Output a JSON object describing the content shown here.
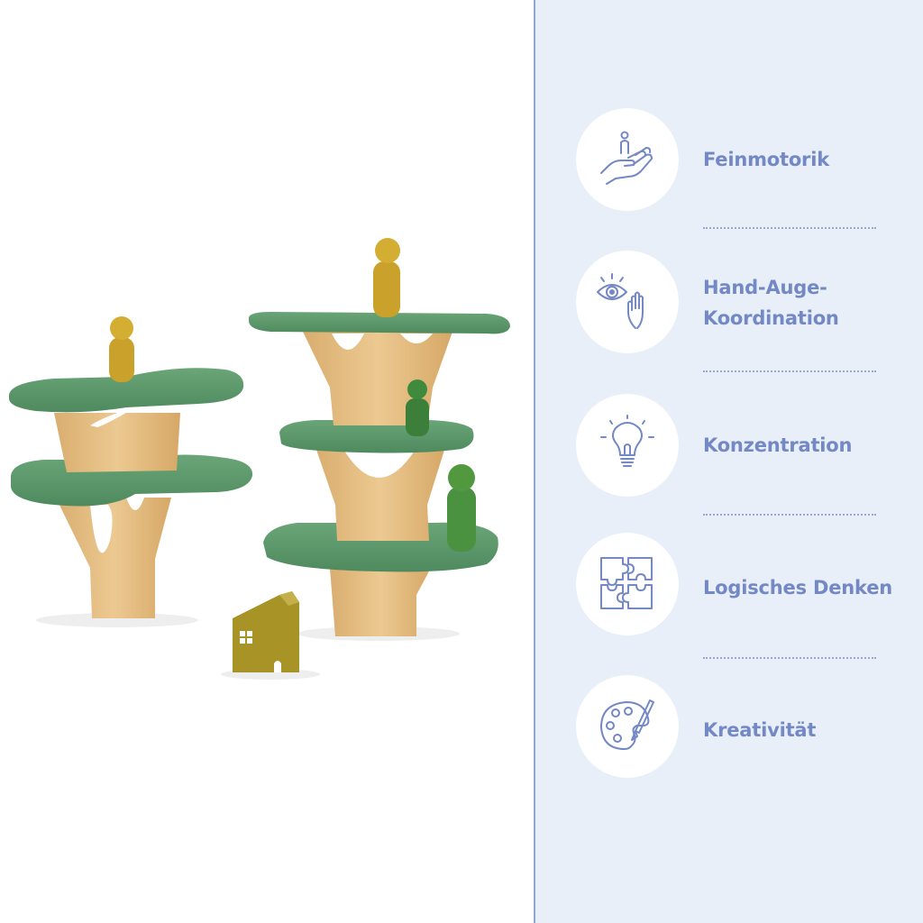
{
  "colors": {
    "panel_background": "#e8eff9",
    "accent": "#7388c4",
    "divider": "#8fa6d2",
    "leaf_green": "#5e9a6c",
    "wood": "#e3bd85",
    "figure_mustard": "#c9a12b",
    "figure_green": "#3f8a3c",
    "house_olive": "#a79326"
  },
  "skills": [
    {
      "icon": "hand-holding-figure-icon",
      "label_lines": [
        "Feinmotorik"
      ]
    },
    {
      "icon": "eye-and-hand-icon",
      "label_lines": [
        "Hand-Auge-",
        "Koordination"
      ]
    },
    {
      "icon": "lightbulb-icon",
      "label_lines": [
        "Konzentration"
      ]
    },
    {
      "icon": "puzzle-icon",
      "label_lines": [
        "Logisches Denken"
      ]
    },
    {
      "icon": "paint-palette-icon",
      "label_lines": [
        "Kreativität"
      ]
    }
  ]
}
